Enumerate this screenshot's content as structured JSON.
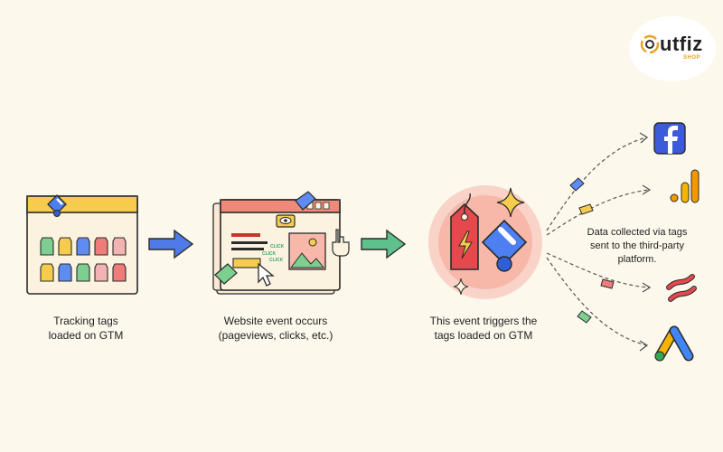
{
  "brand": {
    "name": "utfiz",
    "sub": "SHOP",
    "accent": "#e8a321"
  },
  "steps": [
    {
      "lines": [
        "Tracking tags",
        "loaded on GTM"
      ]
    },
    {
      "lines": [
        "Website event occurs",
        "(pageviews, clicks, etc.)"
      ]
    },
    {
      "lines": [
        "This event triggers the",
        "tags loaded on GTM"
      ]
    },
    {
      "lines": [
        "Data collected via tags",
        "sent to the third-party",
        "platform."
      ]
    }
  ],
  "click_labels": [
    "CLICK",
    "CLICK",
    "CLICK"
  ],
  "platforms": [
    {
      "icon": "facebook-icon",
      "color": "#3b5bdb"
    },
    {
      "icon": "google-analytics-icon",
      "color": "#f29900"
    },
    {
      "icon": "third-party-squiggle-icon",
      "color": "#e5484d"
    },
    {
      "icon": "google-ads-icon",
      "color": "#4285f4"
    }
  ],
  "colors": {
    "arrow_blue": "#4f7be8",
    "arrow_green": "#5ec08a",
    "browser_header_yellow": "#f6cc4d",
    "browser_header_red": "#ef8a7a",
    "trigger_circle": "#f7b8aa"
  }
}
